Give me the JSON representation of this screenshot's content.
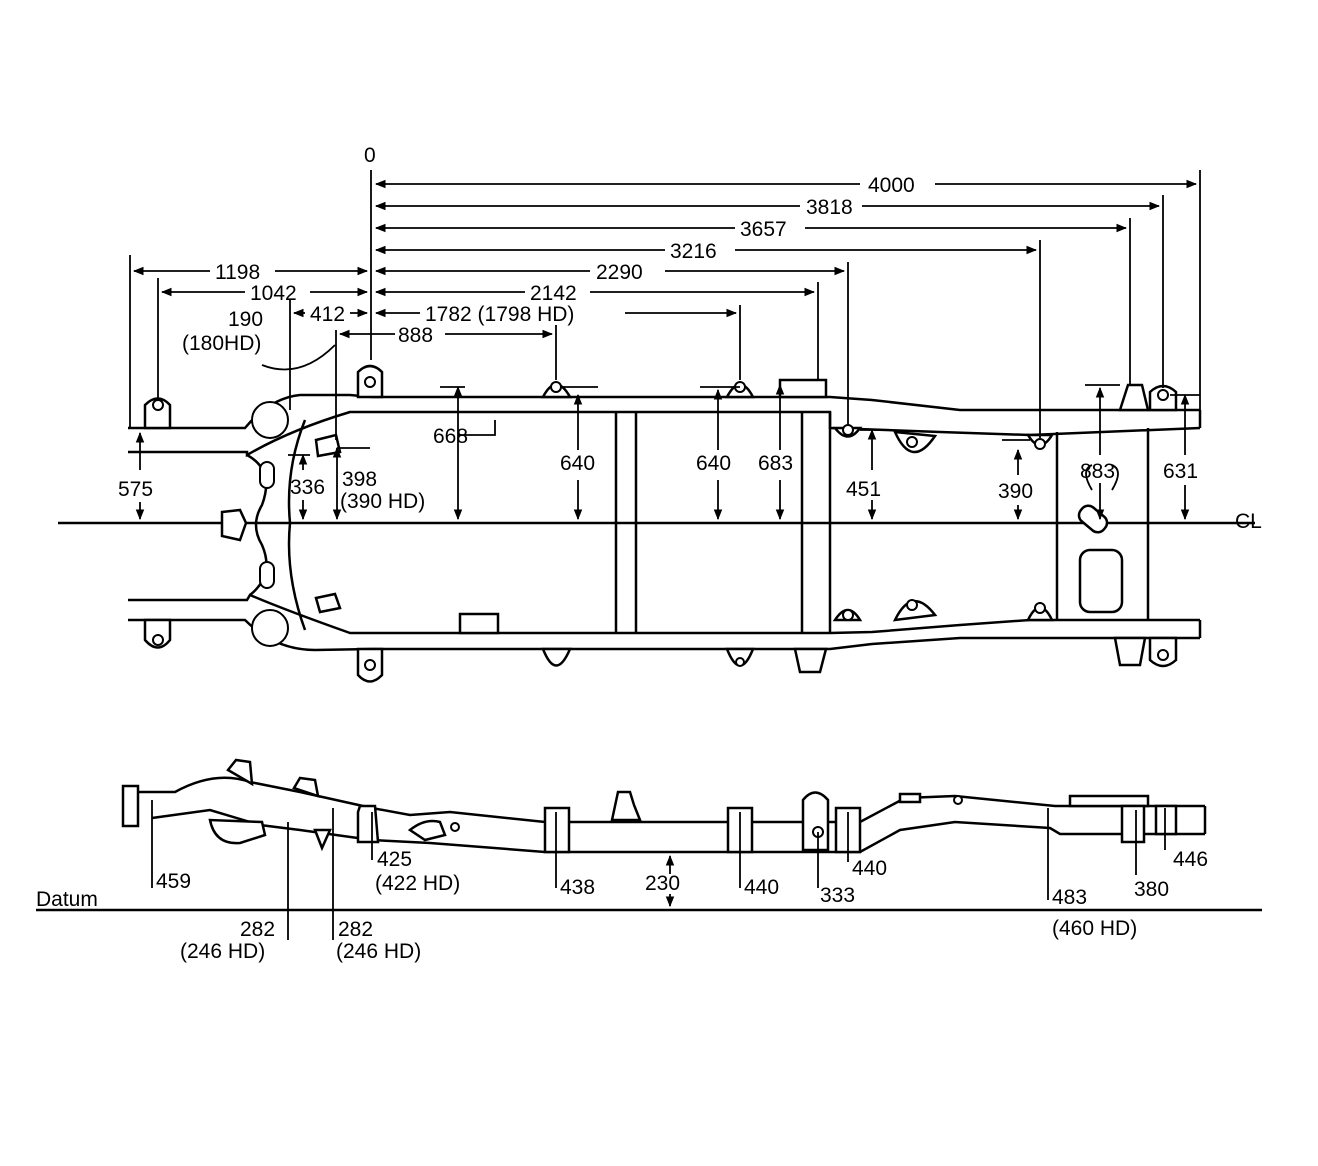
{
  "top_view": {
    "datum_origin_label": "0",
    "centerline_label": "CL",
    "horizontal_dimensions": {
      "d4000": "4000",
      "d3818": "3818",
      "d3657": "3657",
      "d3216": "3216",
      "d2290": "2290",
      "d1198": "1198",
      "d1042": "1042",
      "d2142": "2142",
      "d412": "412",
      "d1782": "1782 (1798 HD)",
      "d888": "888",
      "d190": "190",
      "d190hd": "(180HD)"
    },
    "vertical_dimensions": {
      "v575": "575",
      "v336": "336",
      "v398": "398",
      "v398hd": "(390 HD)",
      "v668": "668",
      "v640a": "640",
      "v640b": "640",
      "v683": "683",
      "v451": "451",
      "v390": "390",
      "v883": "883",
      "v631": "631"
    }
  },
  "side_view": {
    "datum_label": "Datum",
    "heights": {
      "h459": "459",
      "h282a": "282",
      "h282a_hd": "(246 HD)",
      "h282b": "282",
      "h282b_hd": "(246 HD)",
      "h425": "425",
      "h425_hd": "(422 HD)",
      "h438": "438",
      "h230": "230",
      "h440a": "440",
      "h333": "333",
      "h440b": "440",
      "h483": "483",
      "h483_hd": "(460 HD)",
      "h380": "380",
      "h446": "446"
    }
  }
}
